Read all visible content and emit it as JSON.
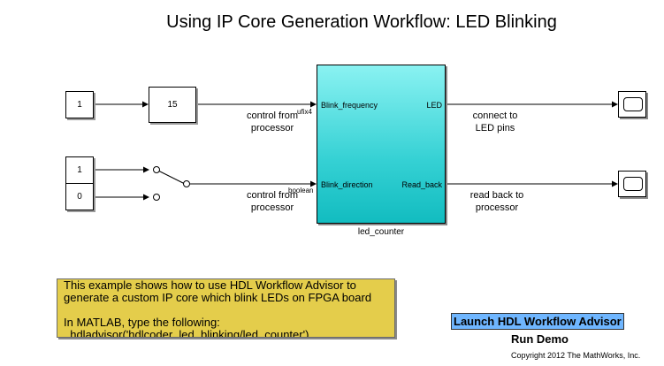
{
  "title": "Using IP Core Generation Workflow: LED Blinking",
  "blocks": {
    "const1": "1",
    "gain": "15",
    "const_sw1": "1",
    "const_sw0": "0"
  },
  "subsystem": {
    "name": "led_counter",
    "in_ports": [
      "Blink_frequency",
      "Blink_direction"
    ],
    "out_ports": [
      "LED",
      "Read_back"
    ],
    "in_types": [
      "ufix4",
      "boolean"
    ]
  },
  "labels": {
    "control1": "control from\nprocessor",
    "control2": "control from\nprocessor",
    "connect": "connect to\nLED pins",
    "readback": "read back to\nprocessor"
  },
  "note": {
    "lines": [
      "This example shows how to use HDL Workflow Advisor to",
      "generate a custom IP core which blink LEDs on FPGA board",
      "",
      "In MATLAB, type the following:",
      "  hdladvisor('hdlcoder_led_blinking/led_counter')"
    ]
  },
  "launch_label": "Launch HDL Workflow Advisor",
  "run_demo_label": "Run Demo",
  "copyright": "Copyright 2012 The MathWorks, Inc.",
  "colors": {
    "note_bg": "#e4cd4b",
    "subsystem": "#35d1d4",
    "launch_bg": "#6fb6ff"
  }
}
